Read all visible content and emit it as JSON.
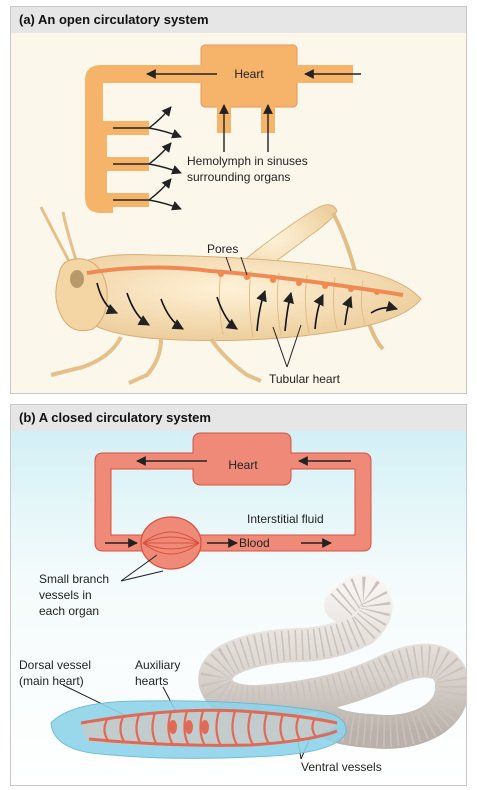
{
  "panel_a": {
    "title": "(a) An open circulatory system",
    "labels": {
      "heart": "Heart",
      "hemolymph_line1": "Hemolymph in sinuses",
      "hemolymph_line2": "surrounding organs",
      "pores": "Pores",
      "tubular_heart": "Tubular heart"
    }
  },
  "panel_b": {
    "title": "(b) A closed circulatory system",
    "labels": {
      "heart": "Heart",
      "interstitial_fluid": "Interstitial fluid",
      "blood": "Blood",
      "small_branch_line1": "Small branch",
      "small_branch_line2": "vessels in",
      "small_branch_line3": "each organ",
      "dorsal_line1": "Dorsal vessel",
      "dorsal_line2": "(main heart)",
      "auxiliary_line1": "Auxiliary",
      "auxiliary_line2": "hearts",
      "ventral_vessels": "Ventral vessels"
    }
  },
  "colors": {
    "open_vessel": "#f6b46a",
    "closed_vessel": "#f08a78",
    "closed_vessel_stroke": "#d8503f",
    "grasshopper_body": "#f6dfb4",
    "worm_body": "#e6e1dc"
  }
}
